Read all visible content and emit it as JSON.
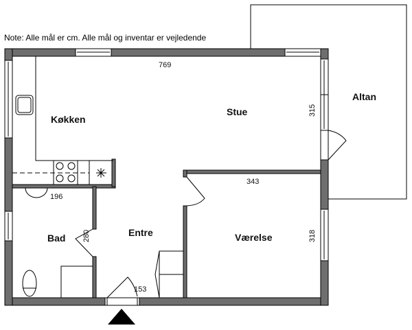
{
  "note": "Note: Alle mål er cm. Alle mål og inventar er vejledende",
  "rooms": {
    "kitchen": "Køkken",
    "living": "Stue",
    "balcony": "Altan",
    "bath": "Bad",
    "hall": "Entre",
    "bedroom": "Værelse"
  },
  "dimensions": {
    "width_top": "769",
    "living_depth": "315",
    "bedroom_width": "343",
    "bedroom_depth": "318",
    "bath_width": "196",
    "bath_depth": "280",
    "hall_width": "153"
  },
  "colors": {
    "wall": "#6e6e6e",
    "line": "#000000"
  }
}
